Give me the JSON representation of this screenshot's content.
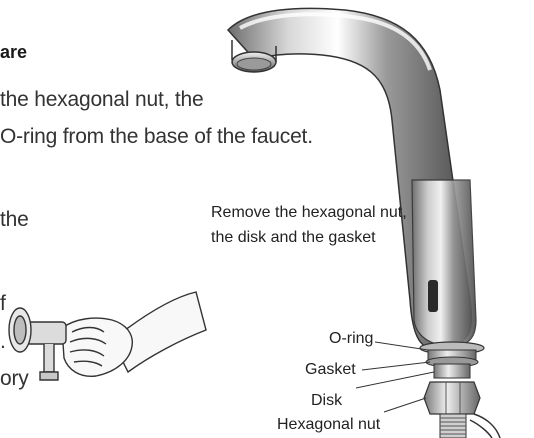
{
  "instructions": {
    "heading": "are",
    "line1": "the hexagonal nut, the",
    "line2": "O-ring from the base of the faucet.",
    "line3": "the",
    "line4": "f",
    "line5": ".",
    "line6": "ory"
  },
  "callout": {
    "line1": "Remove the hexagonal nut,",
    "line2": "the disk and the gasket"
  },
  "parts": {
    "oring": "O-ring",
    "gasket": "Gasket",
    "disk": "Disk",
    "hexagonal_nut": "Hexagonal nut"
  },
  "illustrations": [
    "faucet-illustration",
    "hand-tool-illustration"
  ]
}
